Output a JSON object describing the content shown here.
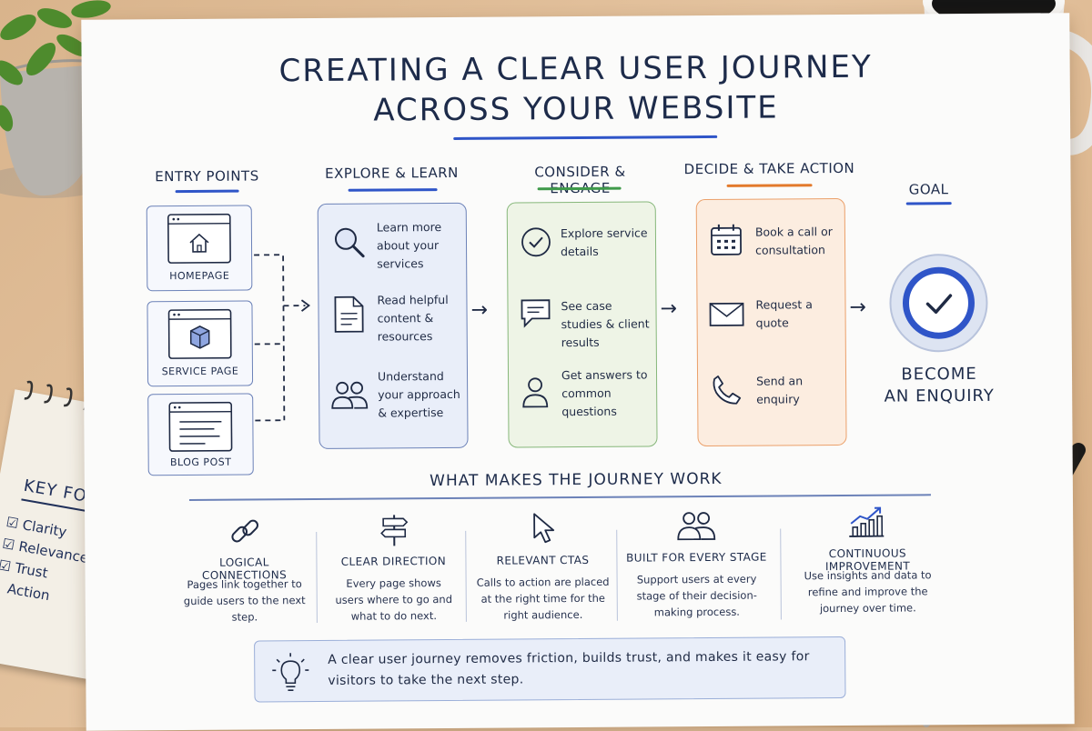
{
  "title": {
    "line1": "CREATING A CLEAR USER JOURNEY",
    "line2": "ACROSS YOUR WEBSITE"
  },
  "colors": {
    "blue": "#2f55c8",
    "green": "#3f9a4a",
    "orange": "#e37a2c",
    "ink": "#1f2a44"
  },
  "stages": {
    "entry": {
      "heading": "ENTRY POINTS",
      "items": [
        "HOMEPAGE",
        "SERVICE PAGE",
        "BLOG POST"
      ]
    },
    "explore": {
      "heading": "EXPLORE & LEARN",
      "items": [
        {
          "icon": "magnifier-icon",
          "text": "Learn more about your services"
        },
        {
          "icon": "document-icon",
          "text": "Read helpful content & resources"
        },
        {
          "icon": "people-icon",
          "text": "Understand your approach & expertise"
        }
      ]
    },
    "consider": {
      "heading": "CONSIDER & ENGAGE",
      "items": [
        {
          "icon": "check-circle-icon",
          "text": "Explore service details"
        },
        {
          "icon": "chat-bubble-icon",
          "text": "See case studies & client results"
        },
        {
          "icon": "person-icon",
          "text": "Get answers to common questions"
        }
      ]
    },
    "decide": {
      "heading": "DECIDE & TAKE ACTION",
      "items": [
        {
          "icon": "calendar-icon",
          "text": "Book a call or consultation"
        },
        {
          "icon": "envelope-icon",
          "text": "Request a quote"
        },
        {
          "icon": "phone-icon",
          "text": "Send an enquiry"
        }
      ]
    },
    "goal": {
      "heading": "GOAL",
      "label_line1": "BECOME",
      "label_line2": "AN ENQUIRY"
    }
  },
  "works": {
    "heading": "WHAT MAKES THE JOURNEY WORK",
    "features": [
      {
        "icon": "link-icon",
        "title": "LOGICAL CONNECTIONS",
        "text": "Pages link together to guide users to the next step."
      },
      {
        "icon": "signpost-icon",
        "title": "CLEAR DIRECTION",
        "text": "Every page shows users where to go and what to do next."
      },
      {
        "icon": "cursor-icon",
        "title": "RELEVANT CTAS",
        "text": "Calls to action are placed at the right time for the right audience."
      },
      {
        "icon": "group-icon",
        "title": "BUILT FOR EVERY STAGE",
        "text": "Support users at every stage of their decision-making process."
      },
      {
        "icon": "growth-chart-icon",
        "title": "CONTINUOUS IMPROVEMENT",
        "text": "Use insights and data to refine and improve the journey over time."
      }
    ]
  },
  "callout": {
    "icon": "lightbulb-icon",
    "text": "A clear user journey removes friction, builds trust, and makes it easy for visitors to take the next step."
  },
  "notepad": {
    "heading": "KEY FOCUS:",
    "items": [
      "Clarity",
      "Relevance",
      "Trust",
      "Action"
    ]
  }
}
